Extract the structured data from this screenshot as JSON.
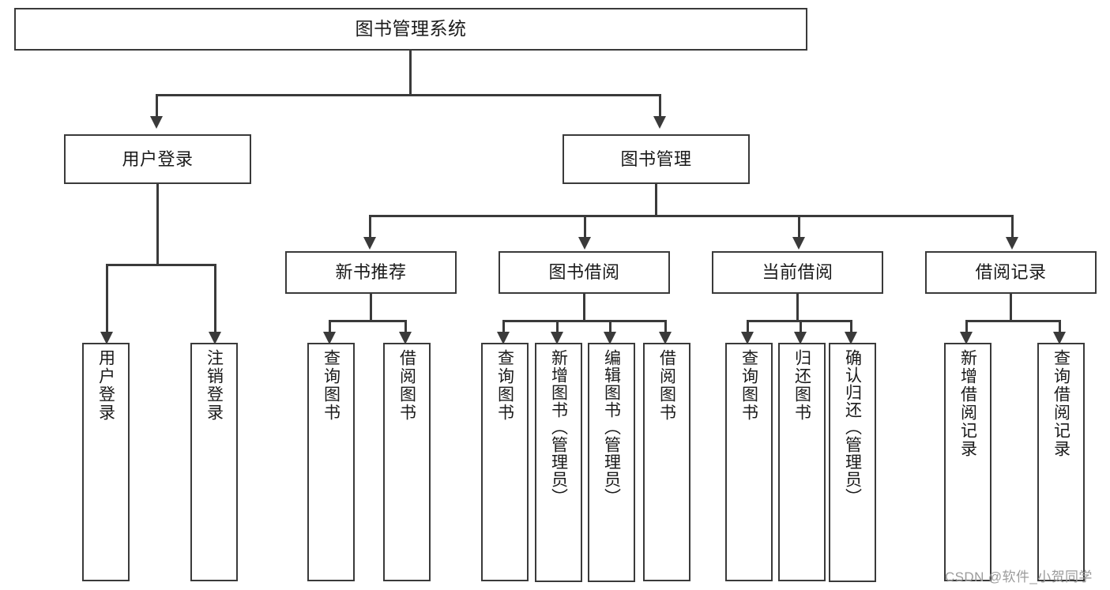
{
  "diagram": {
    "type": "tree-hierarchy",
    "title": "图书管理系统",
    "orientation": "top-down",
    "levels": 4,
    "nodes": {
      "root": {
        "label": "图书管理系统",
        "level": 0
      },
      "l1": [
        {
          "id": "user-login",
          "label": "用户登录",
          "level": 1
        },
        {
          "id": "book-manage",
          "label": "图书管理",
          "level": 1
        }
      ],
      "l2": [
        {
          "id": "new-book-recommend",
          "label": "新书推荐",
          "level": 2,
          "parent": "book-manage"
        },
        {
          "id": "book-borrow",
          "label": "图书借阅",
          "level": 2,
          "parent": "book-manage"
        },
        {
          "id": "current-borrow",
          "label": "当前借阅",
          "level": 2,
          "parent": "book-manage"
        },
        {
          "id": "borrow-record",
          "label": "借阅记录",
          "level": 2,
          "parent": "book-manage"
        }
      ],
      "leaves": [
        {
          "id": "leaf-user-login",
          "label": "用户登录",
          "parent": "user-login"
        },
        {
          "id": "leaf-user-logout",
          "label": "注销登录",
          "parent": "user-login"
        },
        {
          "id": "leaf-query-book-1",
          "label": "查询图书",
          "parent": "new-book-recommend"
        },
        {
          "id": "leaf-borrow-book-1",
          "label": "借阅图书",
          "parent": "new-book-recommend"
        },
        {
          "id": "leaf-query-book-2",
          "label": "查询图书",
          "parent": "book-borrow"
        },
        {
          "id": "leaf-add-book",
          "label": "新增图书（管理员）",
          "parent": "book-borrow"
        },
        {
          "id": "leaf-edit-book",
          "label": "编辑图书（管理员）",
          "parent": "book-borrow"
        },
        {
          "id": "leaf-borrow-book-2",
          "label": "借阅图书",
          "parent": "book-borrow"
        },
        {
          "id": "leaf-query-book-3",
          "label": "查询图书",
          "parent": "current-borrow"
        },
        {
          "id": "leaf-return-book",
          "label": "归还图书",
          "parent": "current-borrow"
        },
        {
          "id": "leaf-confirm-return",
          "label": "确认归还（管理员）",
          "parent": "current-borrow"
        },
        {
          "id": "leaf-add-record",
          "label": "新增借阅记录",
          "parent": "borrow-record"
        },
        {
          "id": "leaf-query-record",
          "label": "查询借阅记录",
          "parent": "borrow-record"
        }
      ]
    },
    "colors": {
      "stroke": "#3a3a3a",
      "fill": "#ffffff",
      "text": "#1a1a1a",
      "watermark": "#9b9b9b"
    }
  },
  "watermark": {
    "text": "CSDN @软件_小贺同学"
  }
}
